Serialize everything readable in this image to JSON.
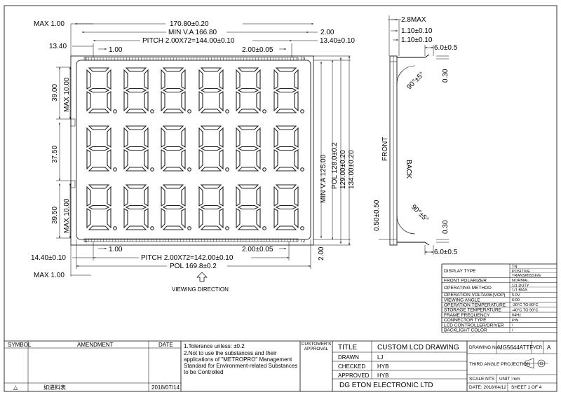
{
  "dims": {
    "max_top_left": "MAX 1.00",
    "overall_width": "170.80±0.20",
    "min_va_width": "MIN V.A 166.80",
    "right_2": "2.00",
    "pitch_top": "PITCH  2.00X72=144.00±0.10",
    "left_13_40": "13.40",
    "right_13_40": "13.40±0.10",
    "pin_1_00_top": "1.00",
    "pin_2_00_top": "2.00±0.05",
    "d_39_00": "39.00",
    "max_10_top": "MAX 10.00",
    "d_37_50": "37.50",
    "d_39_50": "39.50",
    "max_10_bottom": "MAX 10.00",
    "min_va_125": "MIN V.A 125.00",
    "pol_128": "POL 128.0±0.2",
    "d_129": "129.00±0.20",
    "d_134": "134.00±0.20",
    "right_2_bottom": "2.00",
    "pin_1_00_bottom": "1.00",
    "pin_2_00_bottom": "2.00±0.05",
    "left_14_40": "14.40±0.10",
    "pitch_bottom": "PITCH  2.00X72=142.00±0.10",
    "pol_169_8": "POL 169.8±0.2",
    "max_bottom_left": "MAX 1.00",
    "pin_1_top": "1",
    "pin_73_top": "73",
    "pin_1_bottom": "1",
    "pin_72_bottom": "72",
    "viewing_direction": "VIEWING DIRECTION"
  },
  "side_view": {
    "d_2_8": "2.8MAX",
    "d_1_10_a": "1.10±0.10",
    "d_1_10_b": "1.10±0.10",
    "d_6_0_top": "6.0±0.5",
    "d_0_30_top": "0.30",
    "angle_top": "90°±5°",
    "front": "FRONT",
    "back": "BACK",
    "angle_bottom": "90°±5°",
    "d_0_50": "0.50±0.50",
    "d_0_30_bottom": "0.30",
    "d_6_0_bottom": "6.0±0.5"
  },
  "spec_table": [
    {
      "label": "DISPLAY TYPE",
      "value": [
        "TN",
        "POSITIVE",
        "TRANSMISSIVE"
      ]
    },
    {
      "label": "FRONT POLARIZER",
      "value": [
        "NORMAL"
      ]
    },
    {
      "label": "OPERATING METHOD",
      "value": [
        "1/1 DUTY",
        "1/1 BIAS"
      ]
    },
    {
      "label": "OPERATION VOLTAGE(VOP)",
      "value": [
        "5.0V"
      ]
    },
    {
      "label": "VIEWING ANGLE",
      "value": [
        "6:00"
      ]
    },
    {
      "label": "OPERATION TEMPERATURE",
      "value": [
        "-30°C TO 80°C"
      ]
    },
    {
      "label": "STORAGE TEMPERATURE",
      "value": [
        "-40°C TO 90°C"
      ]
    },
    {
      "label": "FRAME FREQUENCY",
      "value": [
        "64Hz"
      ]
    },
    {
      "label": "CONNECTOR TYPE",
      "value": [
        "PIN"
      ]
    },
    {
      "label": "LCD CONTROLLER/DRIVER",
      "value": [
        "/"
      ]
    },
    {
      "label": "BACKLIGHT COLOR",
      "value": [
        "/"
      ]
    }
  ],
  "title_block": {
    "symbol_header": "SYMBOL",
    "amendment_header": "AMENDMENT",
    "date_header": "DATE",
    "row_symbol": "△",
    "row_amendment": "如进料表",
    "row_date": "2018/07/14",
    "note1": "1.Tolerance unless:    ±0.2",
    "note2a": "2.Not to use the substances and their",
    "note2b": "applications of \"METROPRO\" Management",
    "note2c": "Standard for Environment-related Substances",
    "note2d": "to be Controlled",
    "customer_approval": "CUSTOMER'S APPROVAL",
    "title_label": "TITLE",
    "title_value": "CUSTOM LCD DRAWING",
    "drawn_label": "DRAWN",
    "drawn_value": "LJ",
    "checked_label": "CHECKED",
    "checked_value": "HYB",
    "approved_label": "APPROVED",
    "approved_value": "HYB",
    "company": "DG ETON ELECTRONIC LTD",
    "drawing_no_label": "DRAWING No.",
    "drawing_no": "MG5644ATTF",
    "ver_label": "VER.",
    "ver": "A",
    "projection": "THIRD ANGLE PROJECTION",
    "scale": "SCALE:NTS",
    "unit": "UNIT :mm",
    "date": "DATE: 2018/04/12",
    "sheet": "SHEET  1  OF  4"
  }
}
